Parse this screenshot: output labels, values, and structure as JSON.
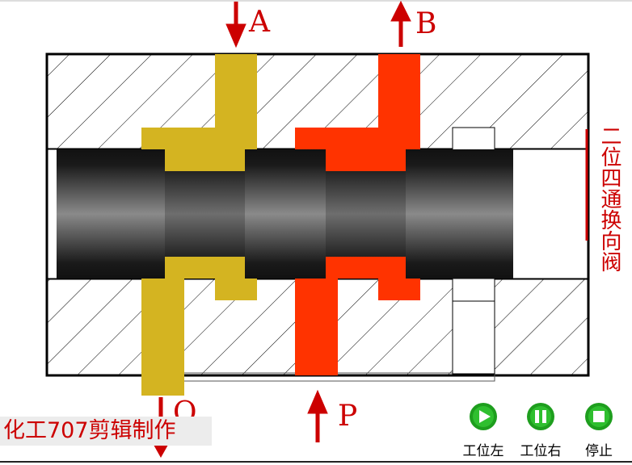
{
  "diagram": {
    "ports": {
      "A": "A",
      "B": "B",
      "P": "P",
      "O": "O"
    },
    "title_vertical": "二位四通换向阀",
    "credit": "化工707剪辑制作",
    "colors": {
      "hatch_body": "#000000",
      "channel_a": "#d4b421",
      "channel_p": "#ff3300",
      "arrow": "#cc0000",
      "spool": "#333333"
    }
  },
  "controls": [
    {
      "label": "工位左",
      "icon": "play-icon"
    },
    {
      "label": "工位右",
      "icon": "pause-icon"
    },
    {
      "label": "停止",
      "icon": "stop-icon"
    }
  ]
}
